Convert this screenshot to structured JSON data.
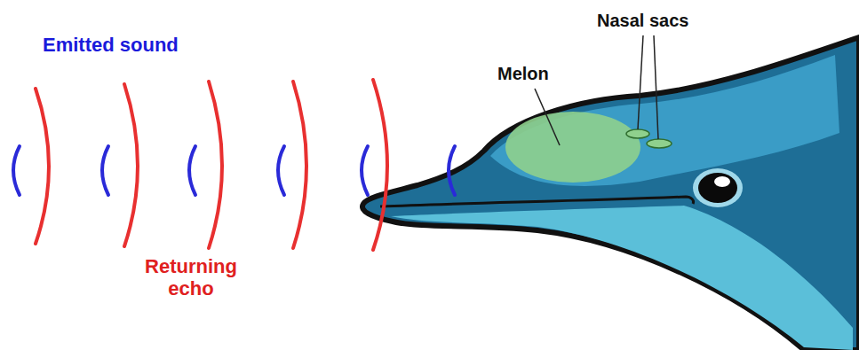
{
  "diagram": {
    "labels": [
      "Emitted sound",
      "Returning echo",
      "Melon",
      "Nasal sacs"
    ]
  }
}
